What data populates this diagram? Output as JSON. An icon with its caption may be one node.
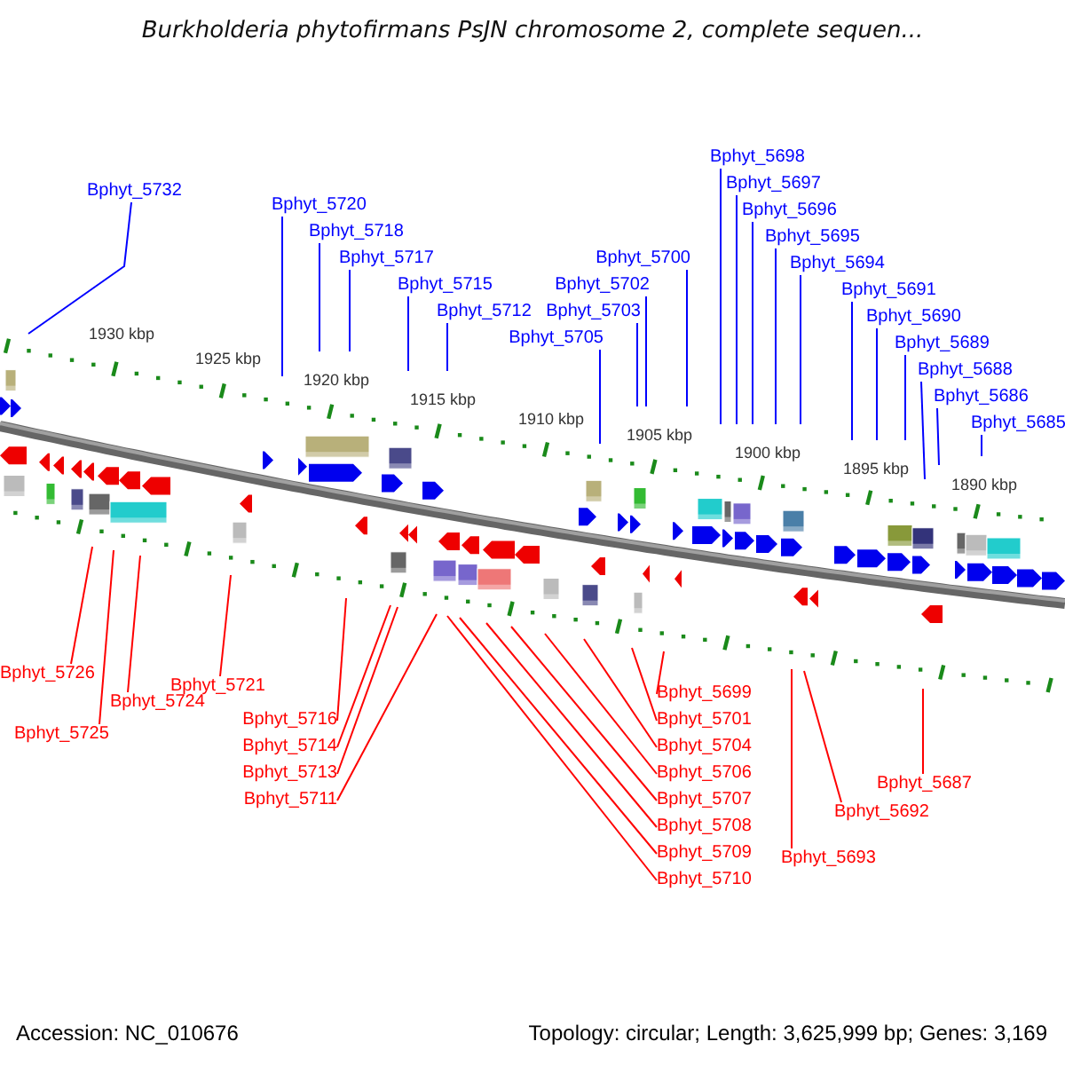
{
  "diagram": {
    "title": "Burkholderia phytofirmans PsJN chromosome 2, complete sequen...",
    "nodes": [
      {
        "text": [
          "Bphyt_5732"
        ]
      },
      {
        "text": [
          "Bphyt_5720"
        ]
      },
      {
        "text": [
          "Bphyt_5718"
        ]
      },
      {
        "text": [
          "Bphyt_5717"
        ]
      },
      {
        "text": [
          "Bphyt_5715"
        ]
      },
      {
        "text": [
          "Bphyt_5712"
        ]
      },
      {
        "text": [
          "Bphyt_5705"
        ]
      },
      {
        "text": [
          "Bphyt_5703"
        ]
      },
      {
        "text": [
          "Bphyt_5702"
        ]
      },
      {
        "text": [
          "Bphyt_5700"
        ]
      },
      {
        "text": [
          "Bphyt_5698"
        ]
      },
      {
        "text": [
          "Bphyt_5697"
        ]
      },
      {
        "text": [
          "Bphyt_5696"
        ]
      },
      {
        "text": [
          "Bphyt_5695"
        ]
      },
      {
        "text": [
          "Bphyt_5694"
        ]
      },
      {
        "text": [
          "Bphyt_5691"
        ]
      },
      {
        "text": [
          "Bphyt_5690"
        ]
      },
      {
        "text": [
          "Bphyt_5689"
        ]
      },
      {
        "text": [
          "Bphyt_5688"
        ]
      },
      {
        "text": [
          "Bphyt_5686"
        ]
      },
      {
        "text": [
          "Bphyt_5685"
        ]
      },
      {
        "text": [
          "Bphyt_5726"
        ]
      },
      {
        "text": [
          "Bphyt_5724"
        ]
      },
      {
        "text": [
          "Bphyt_5725"
        ]
      },
      {
        "text": [
          "Bphyt_5721"
        ]
      },
      {
        "text": [
          "Bphyt_5716"
        ]
      },
      {
        "text": [
          "Bphyt_5714"
        ]
      },
      {
        "text": [
          "Bphyt_5713"
        ]
      },
      {
        "text": [
          "Bphyt_5711"
        ]
      },
      {
        "text": [
          "Bphyt_5699"
        ]
      },
      {
        "text": [
          "Bphyt_5701"
        ]
      },
      {
        "text": [
          "Bphyt_5704"
        ]
      },
      {
        "text": [
          "Bphyt_5706"
        ]
      },
      {
        "text": [
          "Bphyt_5707"
        ]
      },
      {
        "text": [
          "Bphyt_5708"
        ]
      },
      {
        "text": [
          "Bphyt_5709"
        ]
      },
      {
        "text": [
          "Bphyt_5710"
        ]
      },
      {
        "text": [
          "Bphyt_5687"
        ]
      },
      {
        "text": [
          "Bphyt_5692"
        ]
      },
      {
        "text": [
          "Bphyt_5693"
        ]
      }
    ],
    "edges": [
      {
        "from": 0,
        "to": null,
        "arrow": "none"
      },
      {
        "from": 1,
        "to": null,
        "arrow": "none"
      },
      {
        "from": 2,
        "to": null,
        "arrow": "none"
      },
      {
        "from": 3,
        "to": null,
        "arrow": "none"
      },
      {
        "from": 4,
        "to": null,
        "arrow": "none"
      },
      {
        "from": 5,
        "to": null,
        "arrow": "none"
      },
      {
        "from": 6,
        "to": null,
        "arrow": "none"
      },
      {
        "from": 7,
        "to": null,
        "arrow": "none"
      },
      {
        "from": 8,
        "to": null,
        "arrow": "none"
      },
      {
        "from": 9,
        "to": null,
        "arrow": "none"
      },
      {
        "from": 10,
        "to": null,
        "arrow": "none"
      },
      {
        "from": 11,
        "to": null,
        "arrow": "none"
      },
      {
        "from": 12,
        "to": null,
        "arrow": "none"
      },
      {
        "from": 13,
        "to": null,
        "arrow": "none"
      },
      {
        "from": 14,
        "to": null,
        "arrow": "none"
      },
      {
        "from": 15,
        "to": null,
        "arrow": "none"
      },
      {
        "from": 16,
        "to": null,
        "arrow": "none"
      },
      {
        "from": 17,
        "to": null,
        "arrow": "none"
      },
      {
        "from": 18,
        "to": null,
        "arrow": "none"
      },
      {
        "from": 19,
        "to": null,
        "arrow": "none"
      },
      {
        "from": 20,
        "to": null,
        "arrow": "none"
      },
      {
        "from": 21,
        "to": null,
        "arrow": "none",
        "color": "#ff0000"
      },
      {
        "from": 22,
        "to": null,
        "arrow": "none",
        "color": "#ff0000"
      },
      {
        "from": 23,
        "to": null,
        "arrow": "none",
        "color": "#ff0000"
      },
      {
        "from": 24,
        "to": null,
        "arrow": "none",
        "color": "#ff0000"
      },
      {
        "from": 25,
        "to": null,
        "arrow": "none",
        "color": "#ff0000"
      },
      {
        "from": 26,
        "to": null,
        "arrow": "none",
        "color": "#ff0000"
      },
      {
        "from": 27,
        "to": null,
        "arrow": "none",
        "color": "#ff0000"
      },
      {
        "from": 28,
        "to": null,
        "arrow": "none",
        "color": "#ff0000"
      },
      {
        "from": 29,
        "to": null,
        "arrow": "none",
        "color": "#ff0000"
      },
      {
        "from": 30,
        "to": null,
        "arrow": "none",
        "color": "#ff0000"
      },
      {
        "from": 31,
        "to": null,
        "arrow": "none",
        "color": "#ff0000"
      },
      {
        "from": 32,
        "to": null,
        "arrow": "none",
        "color": "#ff0000"
      },
      {
        "from": 33,
        "to": null,
        "arrow": "none",
        "color": "#ff0000"
      },
      {
        "from": 34,
        "to": null,
        "arrow": "none",
        "color": "#ff0000"
      },
      {
        "from": 35,
        "to": null,
        "arrow": "none",
        "color": "#ff0000"
      },
      {
        "from": 36,
        "to": null,
        "arrow": "none",
        "color": "#ff0000"
      },
      {
        "from": 37,
        "to": null,
        "arrow": "none",
        "color": "#ff0000"
      },
      {
        "from": 38,
        "to": null,
        "arrow": "none",
        "color": "#ff0000"
      },
      {
        "from": 39,
        "to": null,
        "arrow": "none",
        "color": "#ff0000"
      }
    ],
    "labels": [
      "1930 kbp",
      "1925 kbp",
      "1920 kbp",
      "1915 kbp",
      "1910 kbp",
      "1905 kbp",
      "1900 kbp",
      "1895 kbp",
      "1890 kbp",
      "Accession: NC_010676",
      "Topology: circular; Length: 3,625,999 bp; Genes: 3,169"
    ]
  }
}
